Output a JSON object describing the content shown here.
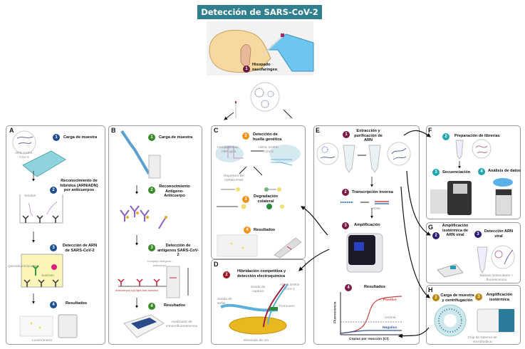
{
  "title": "Detección de SARS-CoV-2",
  "sample": {
    "badge": "1",
    "label": "Hisopado nasofaríngeo"
  },
  "colors": {
    "title_bg": "#2f7f8e",
    "A": "#1f4e8c",
    "B": "#3a8a2a",
    "C": "#f0931a",
    "D": "#a0101e",
    "E": "#7a1a45",
    "F": "#22a7b0",
    "G": "#2e1a6e",
    "H": "#b8860b"
  },
  "panels": {
    "A": {
      "letter": "A",
      "steps": [
        {
          "n": "1",
          "text": "Carga de muestra"
        },
        {
          "n": "2",
          "text": "Reconocimiento de híbridos (ARN/ADN) por anticuerpos"
        },
        {
          "n": "3",
          "text": "Detección de ARN de SARS-CoV-2"
        },
        {
          "n": "4",
          "text": "Resultados"
        }
      ],
      "labels": {
        "arn": "ARN SARS-CoV-2",
        "sondas": "Sondas",
        "quimio": "Quimioluminiscente",
        "sustrato": "Sustrato",
        "lumino": "Luminómetro"
      }
    },
    "B": {
      "letter": "B",
      "steps": [
        {
          "n": "1",
          "text": "Carga de muestra"
        },
        {
          "n": "2",
          "text": "Reconocimiento Antígeno-Anticuerpo"
        },
        {
          "n": "3",
          "text": "Detección de antígenos SARS-CoV-2"
        },
        {
          "n": "4",
          "text": "Resultados"
        }
      ],
      "labels": {
        "complejo": "Complejo Antígeno-anticuerpo",
        "anticuerpos": "Anticuerpos IgG/IgM Anti-humano",
        "analizador": "Analizador de inmunofluorescencia"
      }
    },
    "C": {
      "letter": "C",
      "steps": [
        {
          "n": "2",
          "text": "Detección de huella genética"
        },
        {
          "n": "3",
          "text": "Degradación colateral"
        },
        {
          "n": "4",
          "text": "Resultados"
        }
      ],
      "labels": {
        "cas": "Complejo Cas - ARN guía",
        "adnc": "ADNc SARS-CoV-2",
        "reportero": "Reportero de ADNss-FAM"
      }
    },
    "D": {
      "letter": "D",
      "steps": [
        {
          "n": "2",
          "text": "Hibridación competitiva y detección electroquímica"
        }
      ],
      "labels": {
        "captura": "Sonda de captura",
        "adnc": "ADNc SARS-CoV-2",
        "senal": "Sonda de señal",
        "ferroceno": "Ferroceno",
        "electrodo": "Electrodo de oro"
      }
    },
    "E": {
      "letter": "E",
      "steps": [
        {
          "n": "1",
          "text": "Extracción y purificación de ARN"
        },
        {
          "n": "2",
          "text": "Transcripción inversa"
        },
        {
          "n": "3",
          "text": "Amplificación"
        },
        {
          "n": "4",
          "text": "Resultados"
        }
      ],
      "labels": {
        "adnc": "ADNc"
      }
    },
    "F": {
      "letter": "F",
      "steps": [
        {
          "n": "2",
          "text": "Preparación de librerías"
        },
        {
          "n": "3",
          "text": "Secuenciación"
        },
        {
          "n": "4",
          "text": "Análisis de datos"
        }
      ]
    },
    "G": {
      "letter": "G",
      "steps": [
        {
          "n": "2",
          "text": "Amplificación isotérmica de ARN viral"
        },
        {
          "n": "3",
          "text": "Detección ARN viral"
        }
      ],
      "labels": {
        "balizas": "Balizas moleculares + fluorescencia"
      }
    },
    "H": {
      "letter": "H",
      "steps": [
        {
          "n": "2",
          "text": "Carga de muestra y centrifugación"
        },
        {
          "n": "3",
          "text": "Amplificación isotérmica"
        }
      ],
      "labels": {
        "chip": "Chip de sistema de microfluídica"
      }
    }
  },
  "pcr_plot": {
    "ylabel": "Fluorescencia",
    "xlabel": "Copias por reacción (Ct)",
    "positive": "Positivo",
    "threshold": "Umbral",
    "negative": "Negativo"
  }
}
